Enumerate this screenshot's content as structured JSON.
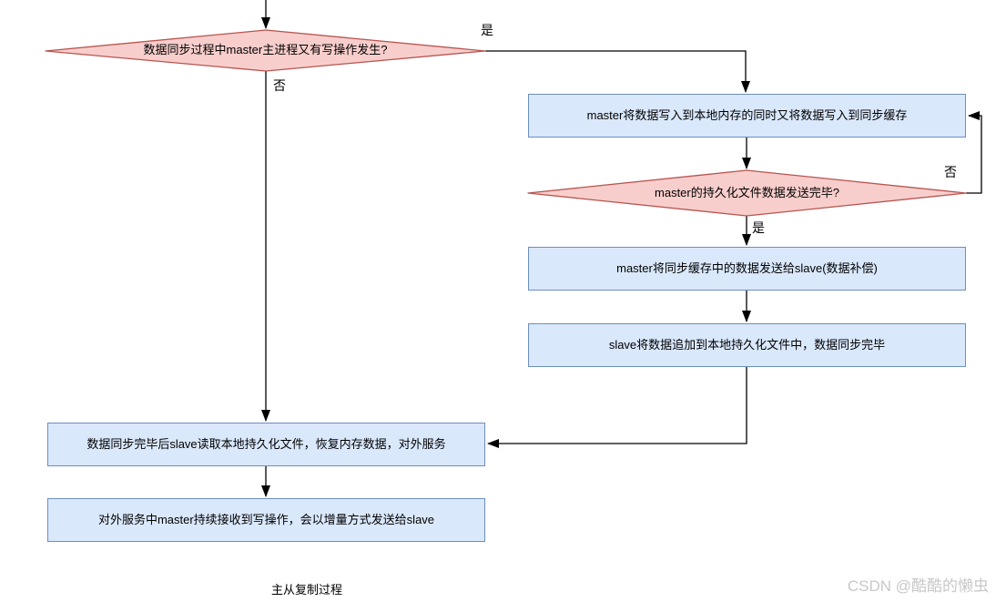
{
  "diagram": {
    "title": "主从复制过程",
    "watermark": "CSDN @酷酷的懒虫",
    "nodes": {
      "decision1": {
        "type": "decision",
        "label": "数据同步过程中master主进程又有写操作发生?"
      },
      "process1": {
        "type": "process",
        "label": "master将数据写入到本地内存的同时又将数据写入到同步缓存"
      },
      "decision2": {
        "type": "decision",
        "label": "master的持久化文件数据发送完毕?"
      },
      "process2": {
        "type": "process",
        "label": "master将同步缓存中的数据发送给slave(数据补偿)"
      },
      "process3": {
        "type": "process",
        "label": "slave将数据追加到本地持久化文件中，数据同步完毕"
      },
      "process4": {
        "type": "process",
        "label": "数据同步完毕后slave读取本地持久化文件，恢复内存数据，对外服务"
      },
      "process5": {
        "type": "process",
        "label": "对外服务中master持续接收到写操作，会以增量方式发送给slave"
      }
    },
    "edge_labels": {
      "yes1": "是",
      "no1": "否",
      "no2": "否",
      "yes2": "是"
    },
    "colors": {
      "decision_fill": "#f8cecc",
      "decision_stroke": "#b85450",
      "process_fill": "#dae8fc",
      "process_stroke": "#6c8ebf",
      "connector": "#000000",
      "text": "#000000",
      "watermark": "#c8c8c8"
    }
  }
}
